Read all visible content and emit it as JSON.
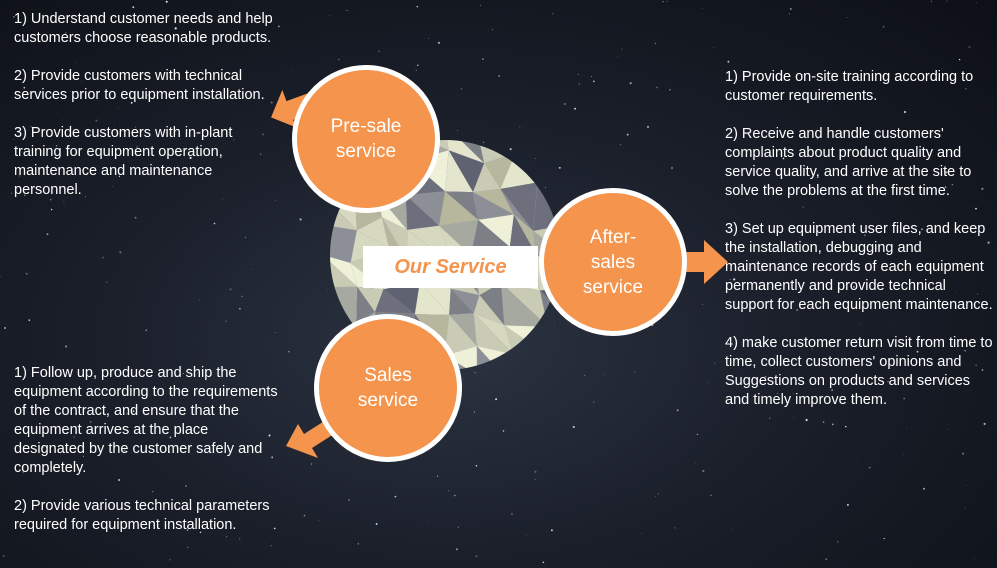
{
  "center": {
    "label": "Our Service"
  },
  "pre_sale": {
    "title_line1": "Pre-sale",
    "title_line2": "service",
    "items": [
      "1) Understand customer needs and help customers choose reasonable products.",
      "2) Provide customers with technical services prior to equipment installation.",
      "3) Provide customers with in-plant training for equipment operation, maintenance and maintenance personnel."
    ]
  },
  "after_sales": {
    "title_line1": "After-",
    "title_line2": "sales",
    "title_line3": "service",
    "items": [
      "1) Provide on-site training according to customer requirements.",
      "2) Receive and handle customers' complaints about product quality and service quality, and arrive at the site to solve the problems at the first time.",
      "3) Set up equipment user files, and keep the installation, debugging and maintenance records of each equipment permanently and provide technical support for each equipment maintenance.",
      "4) make customer return visit from time to time, collect customers' opinions and Suggestions on products and services and timely improve them."
    ]
  },
  "sales": {
    "title_line1": "Sales",
    "title_line2": "service",
    "items": [
      "1) Follow up, produce and ship the equipment according to the requirements of the contract, and ensure that the equipment arrives at the place designated by the customer safely and completely.",
      "2) Provide various technical parameters required for equipment installation."
    ]
  },
  "colors": {
    "accent": "#f4944d",
    "circle_border": "#ffffff",
    "background": "#1a1f2a",
    "text": "#ffffff"
  }
}
